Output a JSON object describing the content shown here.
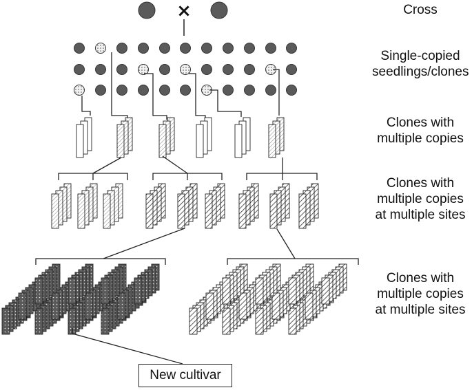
{
  "labels": {
    "stage_0": "Cross",
    "stage_1_line_1": "Single-copied",
    "stage_1_line_2": "seedlings/clones",
    "stage_2_line_1": "Clones with",
    "stage_2_line_2": "multiple copies",
    "stage_3_line_1": "Clones with",
    "stage_3_line_2": "multiple copies",
    "stage_3_line_3": "at multiple sites",
    "stage_4_line_1": "Clones with",
    "stage_4_line_2": "multiple copies",
    "stage_4_line_3": "at multiple sites",
    "cross_symbol": "×",
    "new_cultivar": "New cultivar"
  },
  "colors": {
    "dark_fill": "#5a5a5a",
    "stroke": "#222222",
    "dotted_fill": "#f2f2f2",
    "white": "#ffffff"
  },
  "seedling_grid": {
    "rows": 3,
    "columns": 11,
    "selected_count": 6
  }
}
